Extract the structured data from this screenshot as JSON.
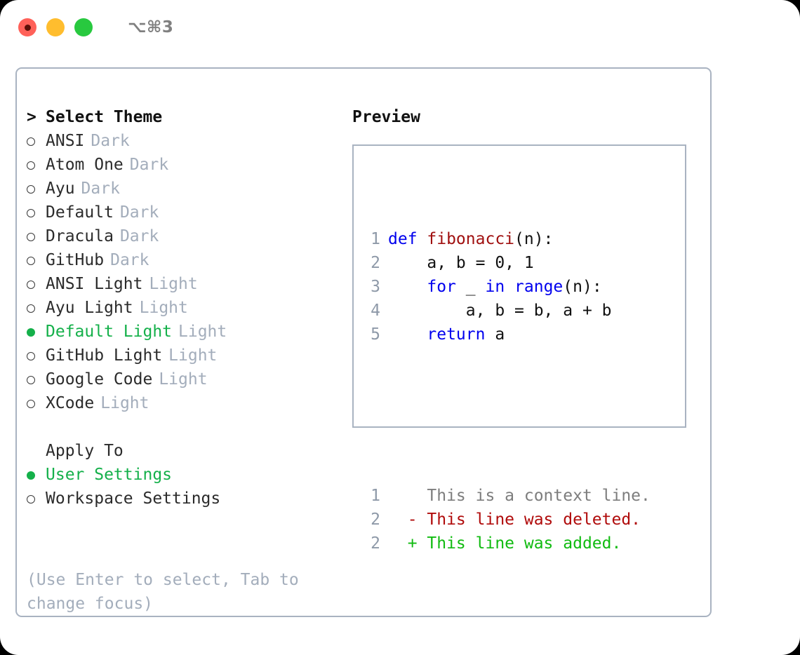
{
  "titlebar": {
    "dots": [
      {
        "name": "close-button",
        "color": "#ff6159"
      },
      {
        "name": "minimize-button",
        "color": "#ffbd2e"
      },
      {
        "name": "maximize-button",
        "color": "#28c93f"
      }
    ],
    "shortcut": "⌥⌘3"
  },
  "theme_panel": {
    "heading_marker": ">",
    "heading": "Select Theme",
    "items": [
      {
        "bullet": "○",
        "selected": false,
        "label": "ANSI",
        "variant": "Dark"
      },
      {
        "bullet": "○",
        "selected": false,
        "label": "Atom One",
        "variant": "Dark"
      },
      {
        "bullet": "○",
        "selected": false,
        "label": "Ayu",
        "variant": "Dark"
      },
      {
        "bullet": "○",
        "selected": false,
        "label": "Default",
        "variant": "Dark"
      },
      {
        "bullet": "○",
        "selected": false,
        "label": "Dracula",
        "variant": "Dark"
      },
      {
        "bullet": "○",
        "selected": false,
        "label": "GitHub",
        "variant": "Dark"
      },
      {
        "bullet": "○",
        "selected": false,
        "label": "ANSI Light",
        "variant": "Light"
      },
      {
        "bullet": "○",
        "selected": false,
        "label": "Ayu Light",
        "variant": "Light"
      },
      {
        "bullet": "●",
        "selected": true,
        "label": "Default Light",
        "variant": "Light"
      },
      {
        "bullet": "○",
        "selected": false,
        "label": "GitHub Light",
        "variant": "Light"
      },
      {
        "bullet": "○",
        "selected": false,
        "label": "Google Code",
        "variant": "Light"
      },
      {
        "bullet": "○",
        "selected": false,
        "label": "XCode",
        "variant": "Light"
      }
    ]
  },
  "apply_to": {
    "heading": "Apply To",
    "items": [
      {
        "bullet": "●",
        "selected": true,
        "label": "User Settings"
      },
      {
        "bullet": "○",
        "selected": false,
        "label": "Workspace Settings"
      }
    ]
  },
  "hint": "(Use Enter to select, Tab to change focus)",
  "preview": {
    "title": "Preview",
    "code_lines": [
      {
        "num": "1",
        "parts": [
          {
            "text": "def ",
            "style": "kw"
          },
          {
            "text": "fibonacci",
            "style": "fn"
          },
          {
            "text": "(n):",
            "style": "pl"
          }
        ]
      },
      {
        "num": "2",
        "parts": [
          {
            "text": "    a, b = 0, 1",
            "style": "pl"
          }
        ]
      },
      {
        "num": "3",
        "parts": [
          {
            "text": "    ",
            "style": "pl"
          },
          {
            "text": "for",
            "style": "kw"
          },
          {
            "text": " _ ",
            "style": "pl"
          },
          {
            "text": "in",
            "style": "kw"
          },
          {
            "text": " ",
            "style": "pl"
          },
          {
            "text": "range",
            "style": "kw"
          },
          {
            "text": "(n):",
            "style": "pl"
          }
        ]
      },
      {
        "num": "4",
        "parts": [
          {
            "text": "        a, b = b, a + b",
            "style": "pl"
          }
        ]
      },
      {
        "num": "5",
        "parts": [
          {
            "text": "    ",
            "style": "pl"
          },
          {
            "text": "return",
            "style": "kw"
          },
          {
            "text": " a",
            "style": "pl"
          }
        ]
      }
    ],
    "diff_lines": [
      {
        "num": "1",
        "sign": "  ",
        "text": "This is a context line.",
        "kind": "ctx"
      },
      {
        "num": "2",
        "sign": "- ",
        "text": "This line was deleted.",
        "kind": "del"
      },
      {
        "num": "2",
        "sign": "+ ",
        "text": "This line was added.",
        "kind": "add"
      }
    ]
  },
  "colors": {
    "accent_green": "#14b04a",
    "muted": "#a3adbb",
    "border": "#a9b3c1",
    "keyword_blue": "#0000ee",
    "function_red": "#a01010",
    "diff_added": "#10bb10",
    "diff_deleted": "#b00b0b",
    "diff_context": "#7d7d7d"
  }
}
